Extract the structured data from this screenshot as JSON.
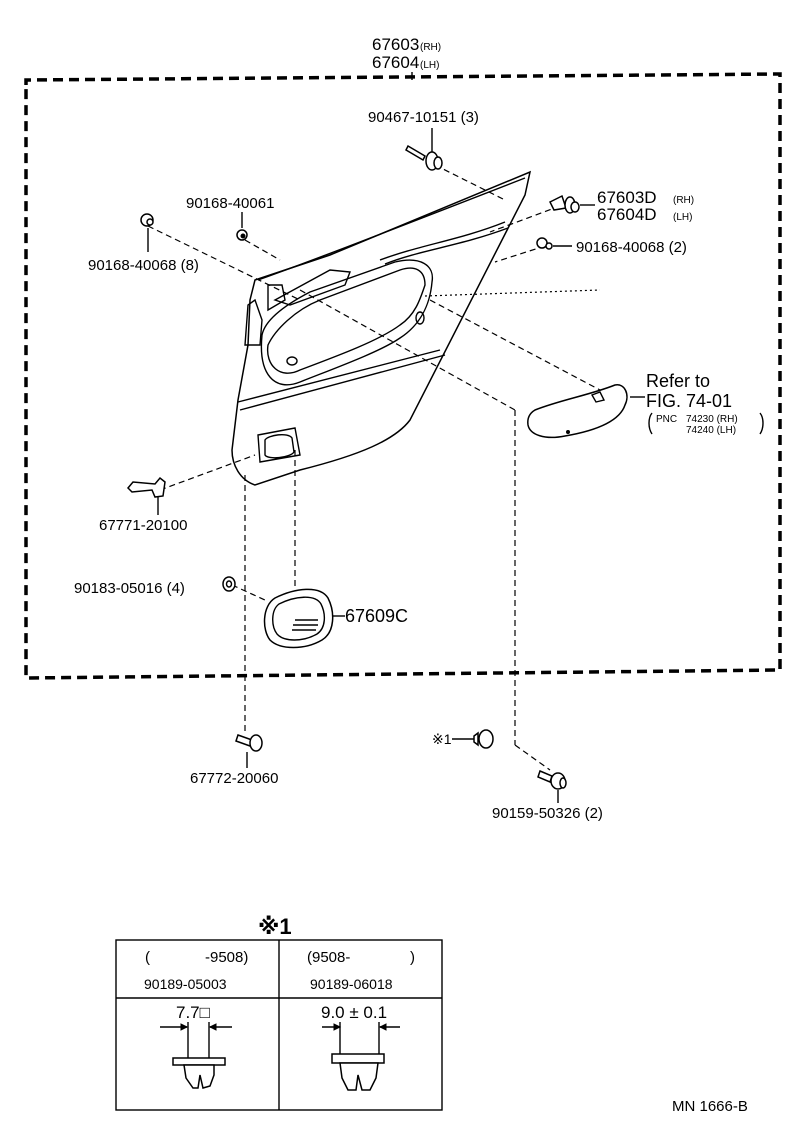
{
  "assembly": {
    "rh": "67603",
    "rh_suffix": "(RH)",
    "lh": "67604",
    "lh_suffix": "(LH)"
  },
  "callouts": {
    "screw_top": "90467-10151  (3)",
    "bolt_upper": "90168-40061",
    "clip_upper_rh": "67603D",
    "clip_upper_rh_suffix": "(RH)",
    "clip_upper_lh": "67604D",
    "clip_upper_lh_suffix": "(LH)",
    "bolt_left": "90168-40068  (8)",
    "bolt_right": "90168-40068  (2)",
    "refer_line1": "Refer to",
    "refer_line2": "FIG. 74-01",
    "refer_pnc": "PNC",
    "refer_rh": "74230  (RH)",
    "refer_lh": "74240  (LH)",
    "bracket": "67771-20100",
    "washer": "90183-05016  (4)",
    "grille": "67609C",
    "clip_lower": "67772-20060",
    "note_ref": "※1",
    "screw_lower": "90159-50326  (2)"
  },
  "note_table": {
    "title": "※1",
    "col1_range_open": "(",
    "col1_range": "-9508)",
    "col2_range": "(9508-",
    "col2_range_close": ")",
    "col1_part": "90189-05003",
    "col2_part": "90189-06018",
    "col1_dim": "7.7□",
    "col2_dim": "9.0 ± 0.1"
  },
  "footer": {
    "code": "MN 1666-B"
  }
}
